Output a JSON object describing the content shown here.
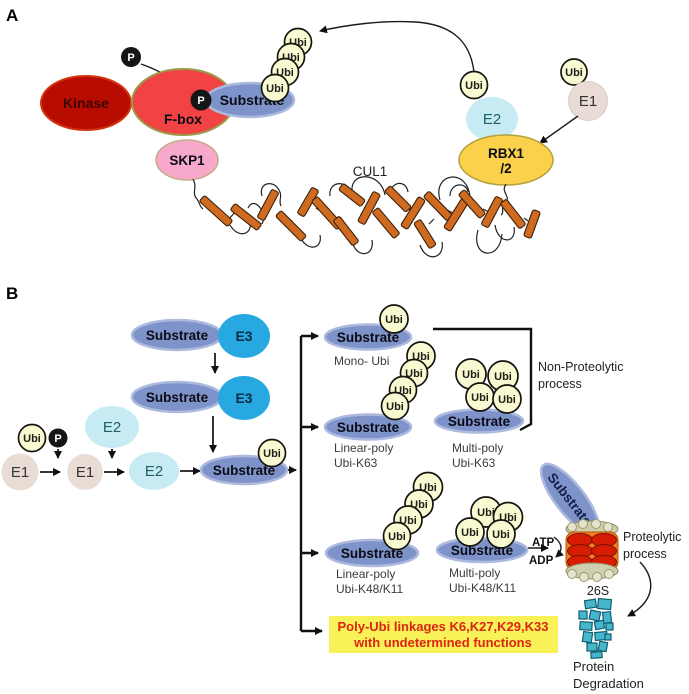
{
  "shared": {
    "ubi": "Ubi",
    "phospho": "P",
    "substrate": "Substrate",
    "e1": "E1",
    "e2": "E2",
    "e3": "E3"
  },
  "panelA": {
    "label": "A",
    "kinase": "Kinase",
    "fbox": "F-box",
    "skp1": "SKP1",
    "cul1": "CUL1",
    "rbx_line1": "RBX1",
    "rbx_line2": "/2"
  },
  "panelB": {
    "label": "B",
    "mono_label": "Mono- Ubi",
    "linear_k63": {
      "line1": "Linear-poly",
      "line2": "Ubi-K63"
    },
    "multi_k63": {
      "line1": "Multi-poly",
      "line2": "Ubi-K63"
    },
    "linear_k48": {
      "line1": "Linear-poly",
      "line2": "Ubi-K48/K11"
    },
    "multi_k48": {
      "line1": "Multi-poly",
      "line2": "Ubi-K48/K11"
    },
    "non_proteolytic": {
      "line1": "Non-Proteolytic",
      "line2": "process"
    },
    "proteolytic": {
      "line1": "Proteolytic",
      "line2": "process"
    },
    "atp": "ATP",
    "adp": "ADP",
    "proteasome": "26S",
    "poly_box": {
      "line1": "Poly-Ubi  linkages K6,K27,K29,K33",
      "line2": "with  undetermined functions"
    },
    "degradation": {
      "line1": "Protein",
      "line2": "Degradation"
    }
  },
  "colors": {
    "kinase_fill": "#b90c00",
    "kinase_stroke": "#d2330e",
    "fbox_fill": "#f14343",
    "fbox_stroke": "#9c9a4a",
    "skp1_fill": "#f8a8ca",
    "substrate_fill": "#7e93ca",
    "rbx_fill": "#fbd14b",
    "e1_fill": "#e9dcd5",
    "e2_fill": "#c6ebf3",
    "e3_fill": "#27a8e0",
    "ubi_fill": "#f9f9d2",
    "phospho_fill": "#161616",
    "helix_fill": "#cf6b21",
    "proteasome_barrel": "#ef7d22",
    "proteasome_rings": "#d61c02",
    "proteasome_caps": "#cfcfae",
    "fragment_fill": "#45b6cc",
    "poly_box_fill": "#f8f258",
    "poly_box_text": "#dc2513"
  }
}
